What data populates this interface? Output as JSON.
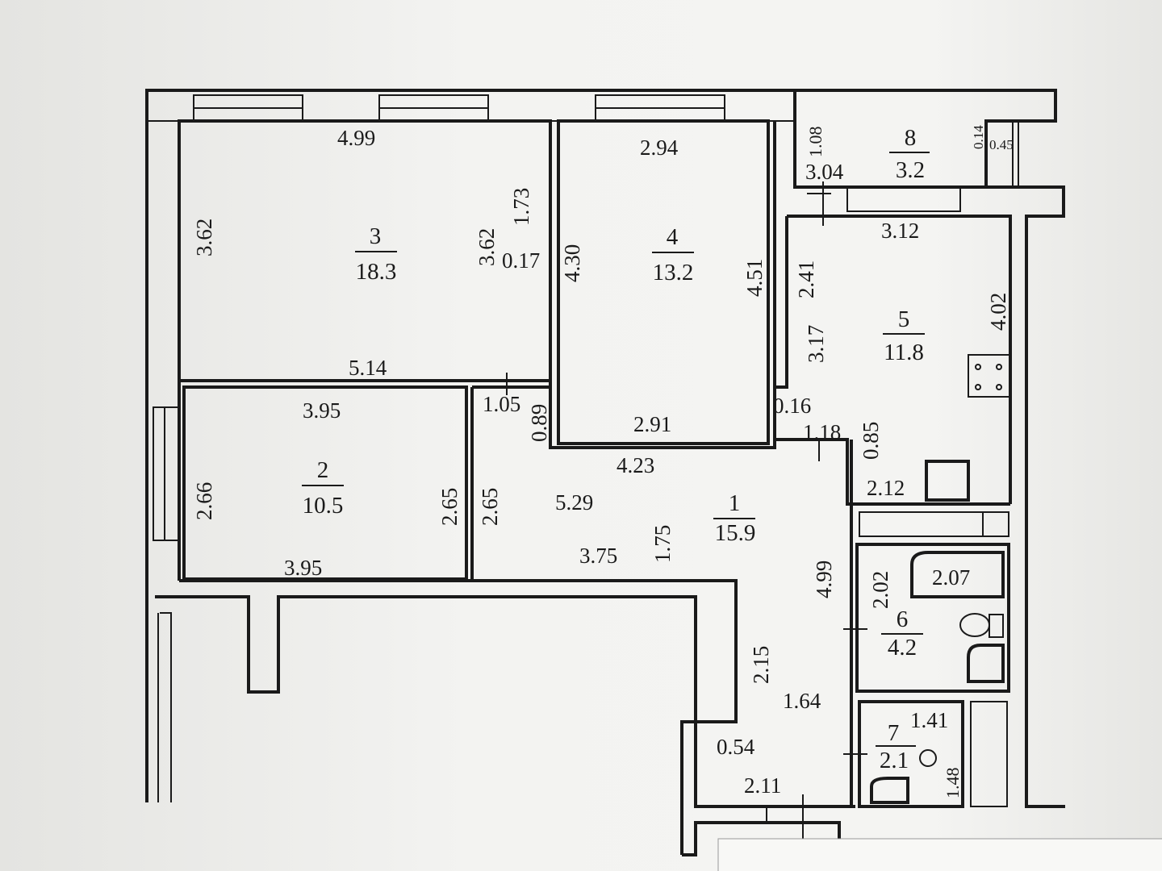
{
  "rooms": [
    {
      "number": "1",
      "area": "15.9"
    },
    {
      "number": "2",
      "area": "10.5"
    },
    {
      "number": "3",
      "area": "18.3"
    },
    {
      "number": "4",
      "area": "13.2"
    },
    {
      "number": "5",
      "area": "11.8"
    },
    {
      "number": "6",
      "area": "4.2"
    },
    {
      "number": "7",
      "area": "2.1"
    },
    {
      "number": "8",
      "area": "3.2"
    }
  ],
  "dims": {
    "r3_top": "4.99",
    "r3_left": "3.62",
    "r3_right": "3.62",
    "r3_bottom": "5.14",
    "r3_door": "1.73",
    "r3_wall": "0.17",
    "r4_top": "2.94",
    "r4_left": "4.30",
    "r4_right": "4.51",
    "r4_bottom": "2.91",
    "r8_left": "1.08",
    "r8_bottom": "3.04",
    "r8_right": "0.14",
    "r8_far": "0.45",
    "r5_top": "3.12",
    "r5_left1": "2.41",
    "r5_left2": "3.17",
    "r5_right": "4.02",
    "r5_wall": "0.16",
    "r5_b1": "1.18",
    "r5_b2": "0.85",
    "r5_b3": "2.12",
    "r2_top": "3.95",
    "r2_left": "2.66",
    "r2_right": "2.65",
    "r2_bottom": "3.95",
    "r1_a": "1.05",
    "r1_b": "0.89",
    "r1_c": "4.23",
    "r1_d": "2.65",
    "r1_e": "5.29",
    "r1_f": "3.75",
    "r1_g": "1.75",
    "r1_h": "4.99",
    "hall_a": "2.15",
    "hall_b": "1.64",
    "hall_c": "0.54",
    "hall_d": "2.11",
    "r6_a": "2.02",
    "r6_b": "2.07",
    "r7_a": "1.41",
    "r7_b": "1.48"
  }
}
